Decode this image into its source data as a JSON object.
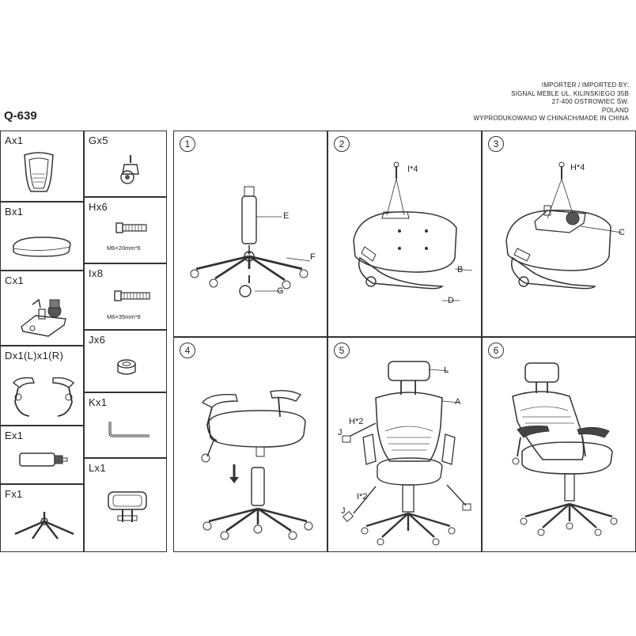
{
  "importer": {
    "line1": "IMPORTER / IMPORTED BY:",
    "line2": "SIGNAL MEBLE UL. KILINSKIEGO 35B",
    "line3": "27-400 OSTROWIEC ŚW.",
    "line4": "POLAND",
    "line5": "WYPRODUKOWANO W CHINACH/MADE IN CHINA"
  },
  "model": "Q-639",
  "parts": {
    "a": "Ax1",
    "b": "Bx1",
    "c": "Cx1",
    "d": "Dx1(L)x1(R)",
    "e": "Ex1",
    "f": "Fx1",
    "g": "Gx5",
    "h": "Hx6",
    "h_size": "M6×20mm*6",
    "i": "Ix8",
    "i_size": "M6×35mm*8",
    "j": "Jx6",
    "k": "Kx1",
    "l": "Lx1"
  },
  "steps": {
    "s1": {
      "num": "1",
      "e": "E",
      "f": "F",
      "g": "G"
    },
    "s2": {
      "num": "2",
      "screws": "I*4",
      "b": "B",
      "d": "D"
    },
    "s3": {
      "num": "3",
      "screws": "H*4",
      "c": "C"
    },
    "s4": {
      "num": "4"
    },
    "s5": {
      "num": "5",
      "l": "L",
      "a": "A",
      "h2": "H*2",
      "i2": "I*2",
      "j1": "J",
      "j2": "J"
    },
    "s6": {
      "num": "6"
    }
  },
  "colors": {
    "line": "#333333",
    "background": "#ffffff"
  }
}
